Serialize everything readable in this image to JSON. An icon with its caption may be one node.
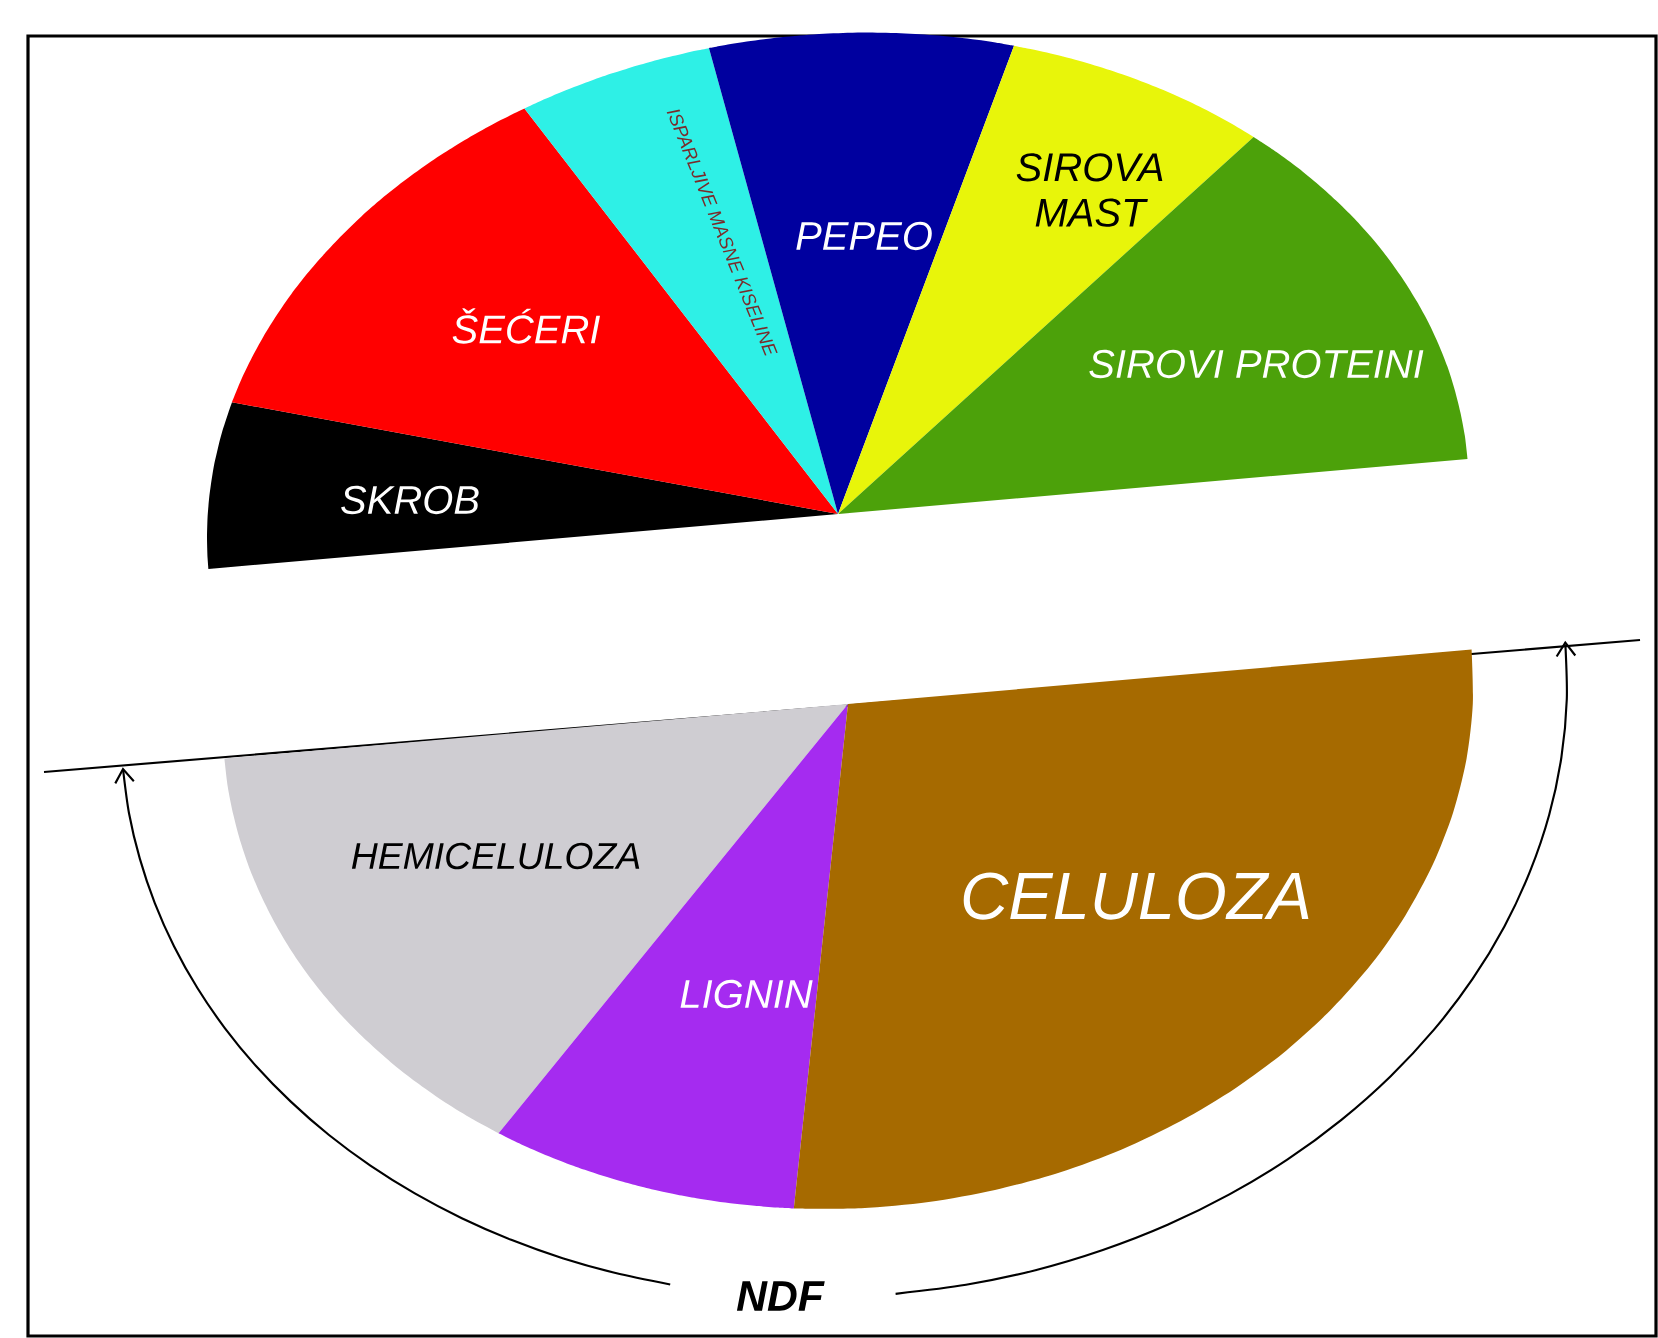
{
  "diagram": {
    "nodes": [
      {
        "text": [
          "SKROB"
        ]
      },
      {
        "text": [
          "ŠEĆERI"
        ]
      },
      {
        "text": [
          "ISPARLJIVE MASNE KISELINE"
        ]
      },
      {
        "text": [
          "PEPEO"
        ]
      },
      {
        "text": [
          "SIROVA MAST"
        ]
      },
      {
        "text": [
          "SIROVI PROTEINI"
        ]
      },
      {
        "text": [
          "HEMICELULOZA"
        ]
      },
      {
        "text": [
          "LIGNIN"
        ]
      },
      {
        "text": [
          "CELULOZA"
        ]
      }
    ],
    "labels": [
      "NDF"
    ]
  }
}
